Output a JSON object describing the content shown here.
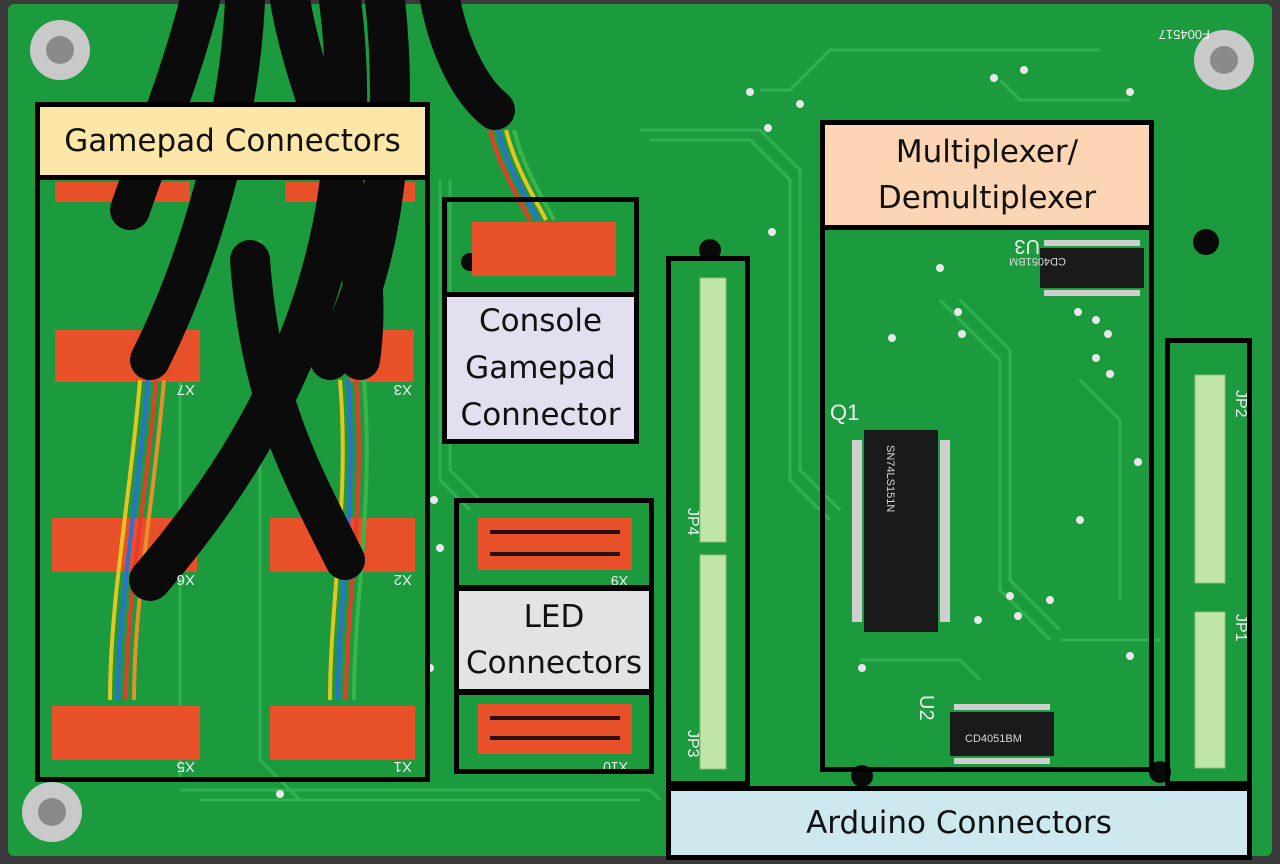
{
  "labels": {
    "gamepad_connectors": "Gamepad Connectors",
    "console_gamepad_connector": "Console\nGamepad\nConnector",
    "led_connectors": "LED\nConnectors",
    "mux_demux": "Multiplexer/\nDemultiplexer",
    "arduino_connectors": "Arduino Connectors"
  },
  "silkscreen": {
    "board_id": "F004517",
    "chips": [
      "U3",
      "Q1",
      "U2"
    ],
    "headers": [
      "JP4",
      "JP3",
      "JP2",
      "JP1"
    ],
    "connectors": [
      "X7",
      "X3",
      "X6",
      "X2",
      "X5",
      "X1",
      "X9",
      "X10"
    ],
    "chip_marks": [
      "SN74LS151N",
      "CD4051BM",
      "CD4051BM"
    ]
  },
  "colors": {
    "pcb": "#1c9a3e",
    "pcb_trace": "#2fb552",
    "connector": "#e8502a",
    "gamepad_label_bg": "#fde7a8",
    "console_label_bg": "#e4dff0",
    "led_label_bg": "#e3e3e3",
    "mux_label_bg": "#fbd5b4",
    "arduino_label_bg": "#cde9ef"
  }
}
